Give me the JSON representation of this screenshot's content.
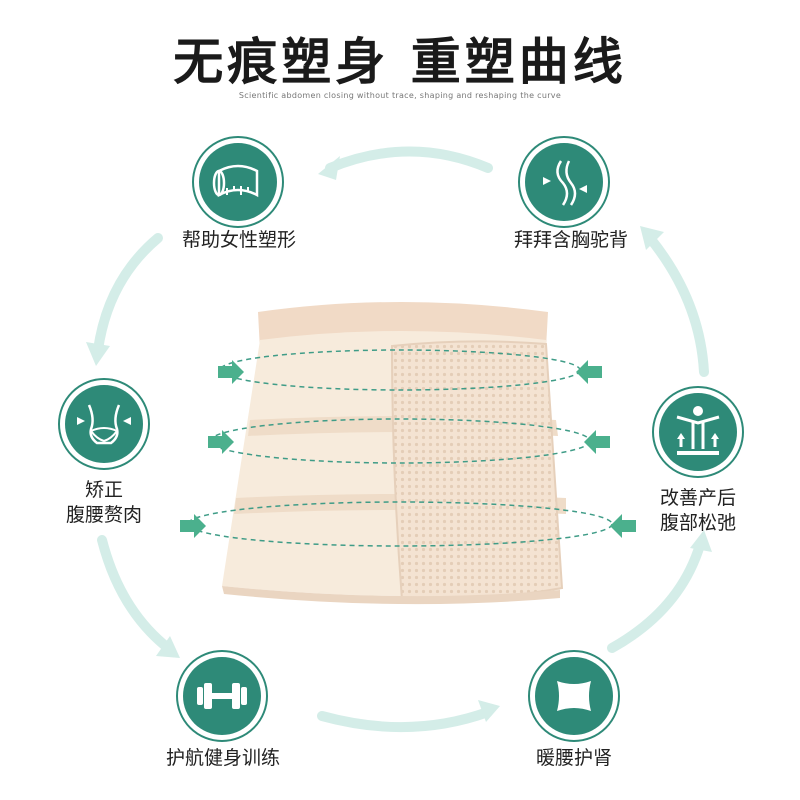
{
  "header": {
    "title": "无痕塑身 重塑曲线",
    "subtitle": "Scientific abdomen closing without trace, shaping and reshaping the curve"
  },
  "features": [
    {
      "id": "shape",
      "label": "帮助女性塑形",
      "icon": "measuring-tape-icon"
    },
    {
      "id": "posture",
      "label": "拜拜含胸驼背",
      "icon": "spine-posture-icon"
    },
    {
      "id": "waist",
      "label_line1": "矫正",
      "label_line2": "腹腰赘肉",
      "icon": "waist-figure-icon"
    },
    {
      "id": "postpartum",
      "label_line1": "改善产后",
      "label_line2": "腹部松弛",
      "icon": "body-lift-icon"
    },
    {
      "id": "fitness",
      "label": "护航健身训练",
      "icon": "dumbbell-icon"
    },
    {
      "id": "warm",
      "label": "暖腰护肾",
      "icon": "waist-belt-icon"
    }
  ],
  "colors": {
    "accent": "#2e8a78",
    "arrow": "#4bb08d",
    "ring": "#d8efe9",
    "belt": "#f5e6d6"
  }
}
